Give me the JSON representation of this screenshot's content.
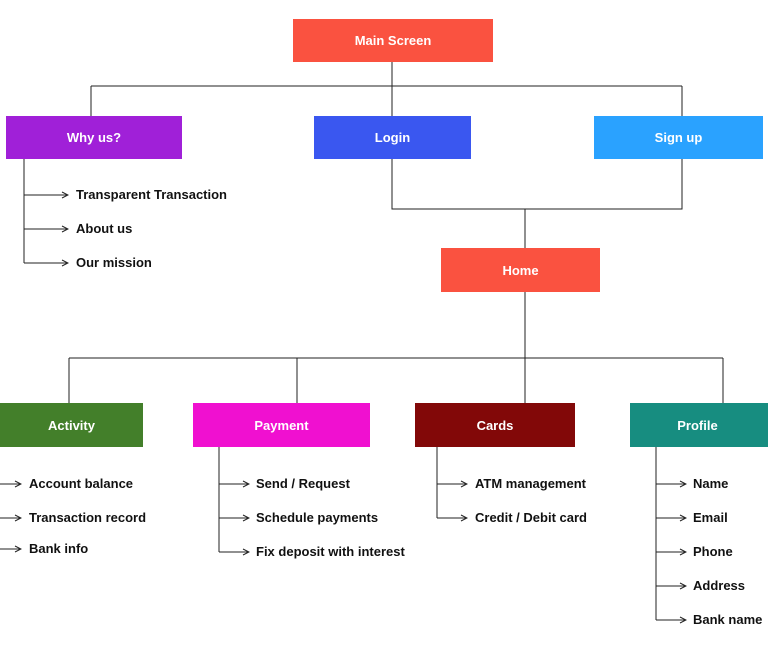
{
  "colors": {
    "main": "#fa5240",
    "why": "#a020d8",
    "login": "#3a57f0",
    "signup": "#2aa2ff",
    "home": "#fa5240",
    "activity": "#437f2a",
    "payment": "#f010d0",
    "cards": "#820808",
    "profile": "#178d80",
    "line": "#222222"
  },
  "nodes": {
    "main": "Main Screen",
    "why": "Why us?",
    "login": "Login",
    "signup": "Sign up",
    "home": "Home",
    "activity": "Activity",
    "payment": "Payment",
    "cards": "Cards",
    "profile": "Profile"
  },
  "why_items": [
    "Transparent Transaction",
    "About us",
    "Our mission"
  ],
  "activity_items": [
    "Account balance",
    "Transaction record",
    "Bank info"
  ],
  "payment_items": [
    "Send / Request",
    "Schedule payments",
    "Fix deposit with interest"
  ],
  "cards_items": [
    "ATM management",
    "Credit / Debit card"
  ],
  "profile_items": [
    "Name",
    "Email",
    "Phone",
    "Address",
    "Bank name"
  ]
}
